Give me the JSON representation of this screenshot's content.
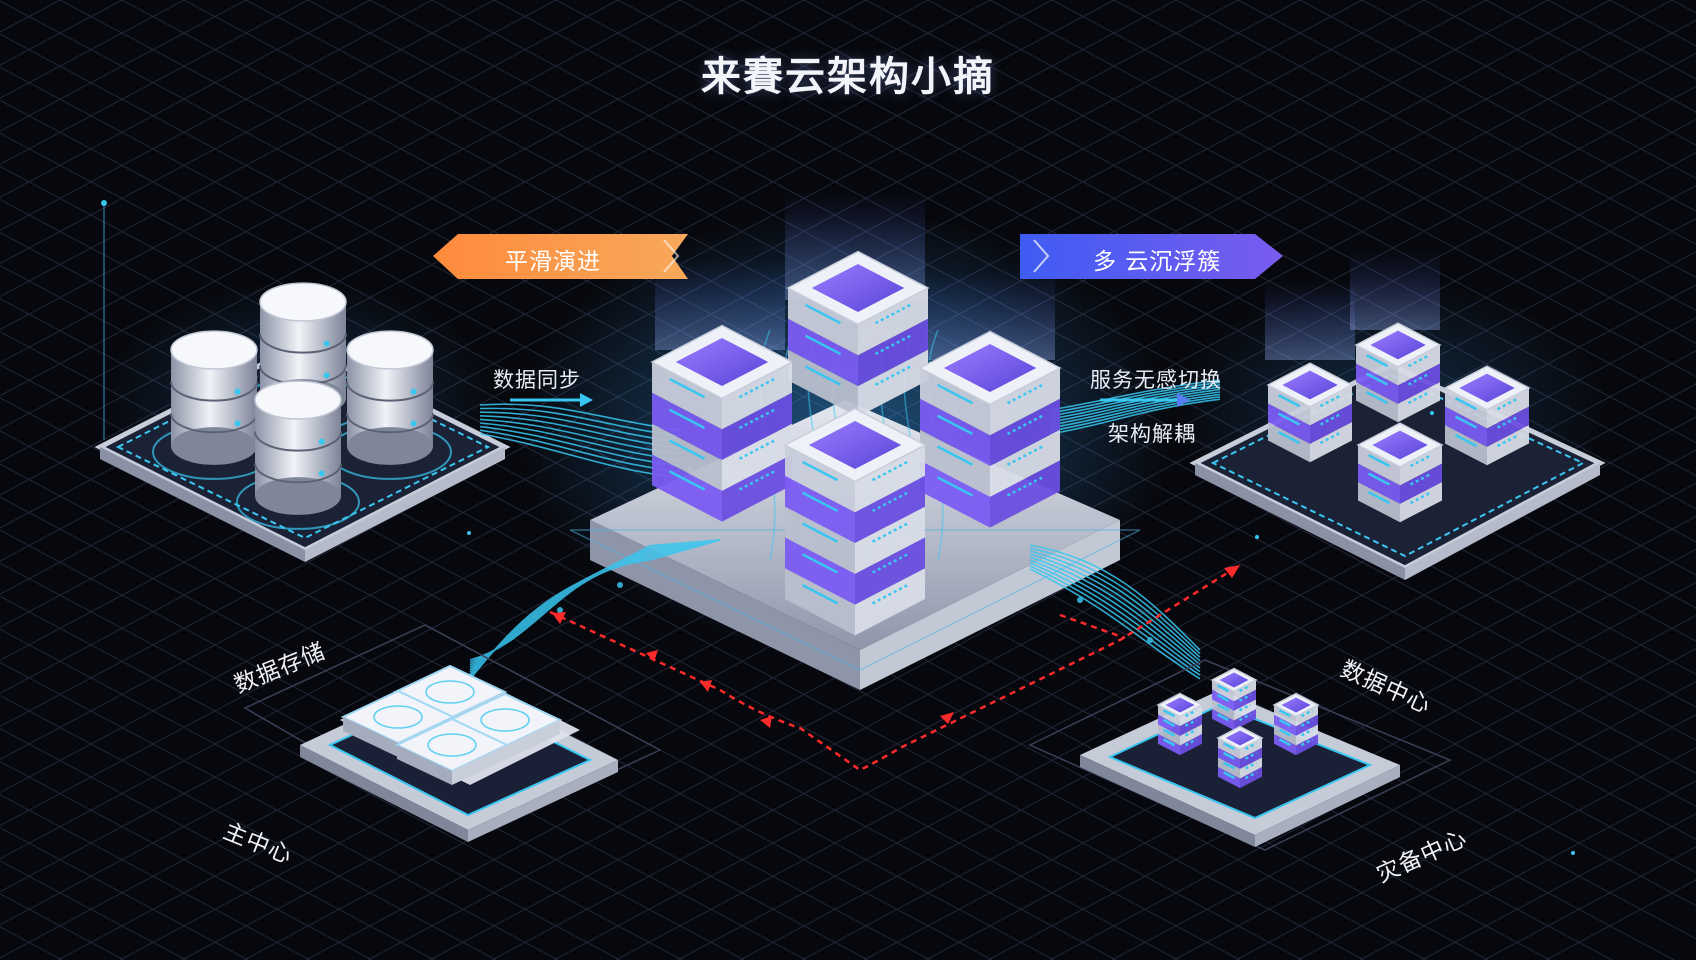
{
  "title": "来賽云架构小摘",
  "tags": {
    "left": "平滑演进",
    "right": "多 云沉浮簇"
  },
  "labels": {
    "data_sync": "数据同步",
    "service_switch": "服务无感切换",
    "arch_decouple": "架构解耦",
    "data_storage": "数据存储",
    "main_center": "主中心",
    "data_center": "数据中心",
    "dr_center": "灾备中心"
  },
  "colors": {
    "background": "#07080d",
    "grid": "#2a2f45",
    "tag_left": "#f59a4a",
    "tag_right": "#6a5cf0",
    "flow_cyan": "#39c6f0",
    "flow_red": "#ff2a2a",
    "server_top": "#7b5cf2",
    "server_body": "#d9dde8"
  },
  "icons": [
    "database-cylinder-icon",
    "server-stack-icon",
    "arrow-right-icon",
    "chevron-icon"
  ]
}
